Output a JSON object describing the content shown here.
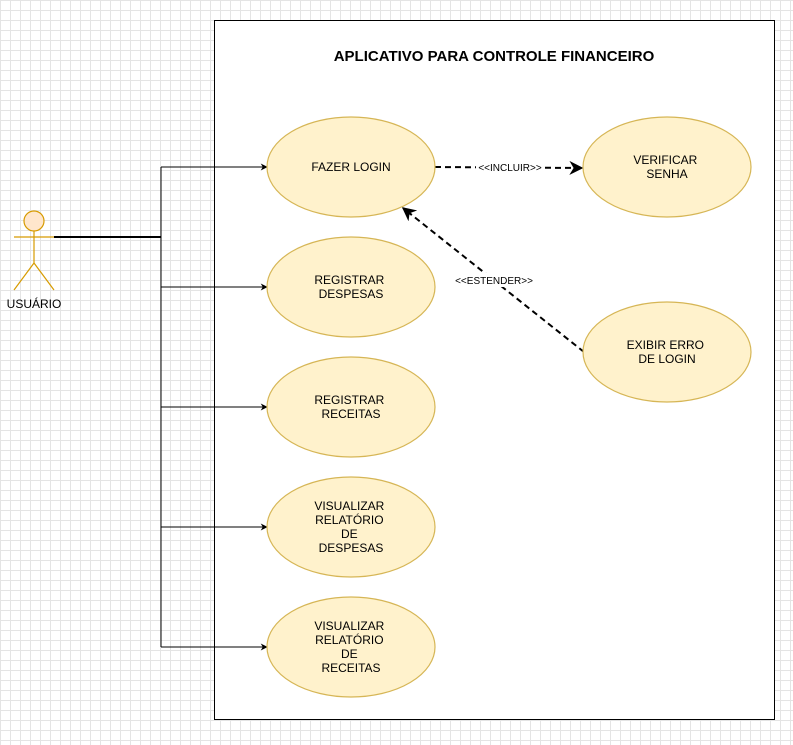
{
  "system": {
    "title": "APLICATIVO PARA CONTROLE FINANCEIRO"
  },
  "actor": {
    "name": "USUÁRIO"
  },
  "use_cases": {
    "login": [
      "FAZER LOGIN"
    ],
    "registrar_despesas": [
      "REGISTRAR",
      "DESPESAS"
    ],
    "registrar_receitas": [
      "REGISTRAR",
      "RECEITAS"
    ],
    "relatorio_despesas": [
      "VISUALIZAR",
      "RELATÓRIO",
      "DE",
      "DESPESAS"
    ],
    "relatorio_receitas": [
      "VISUALIZAR",
      "RELATÓRIO",
      "DE",
      "RECEITAS"
    ],
    "verificar_senha": [
      "VERIFICAR",
      "SENHA"
    ],
    "erro_login": [
      "EXIBIR ERRO",
      "DE LOGIN"
    ]
  },
  "relations": {
    "include": "<<INCLUIR>>",
    "extend": "<<ESTENDER>>"
  },
  "colors": {
    "use_case_fill": "#fff2cc",
    "use_case_stroke": "#d6b656",
    "actor_fill": "#ffe6cc",
    "actor_stroke": "#d79b00",
    "line": "#000000"
  }
}
